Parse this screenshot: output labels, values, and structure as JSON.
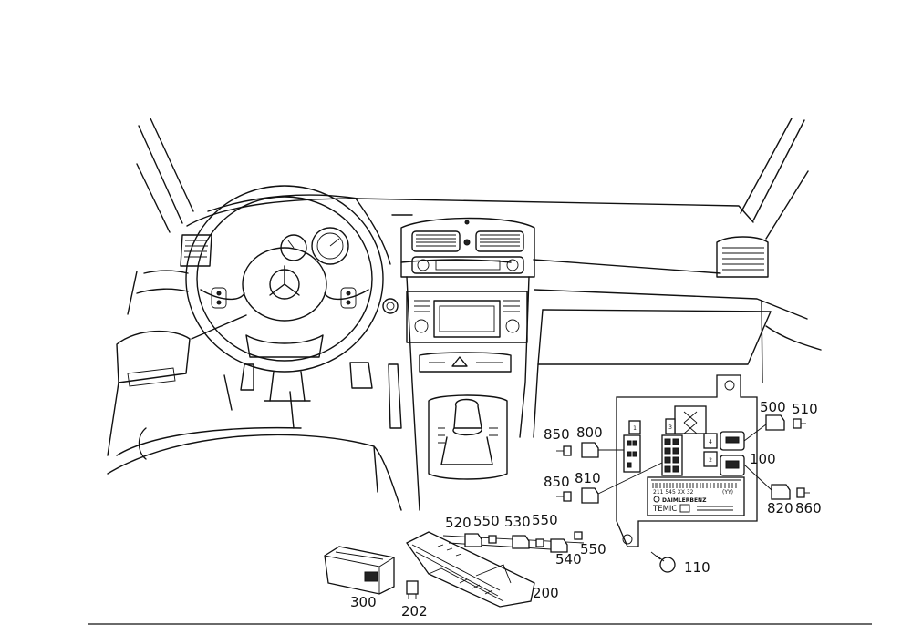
{
  "callouts": {
    "c500": "500",
    "c510": "510",
    "c850a": "850",
    "c800": "800",
    "c100": "100",
    "c850b": "850",
    "c810": "810",
    "c820": "820",
    "c860": "860",
    "c520": "520",
    "c550a": "550",
    "c530": "530",
    "c550b": "550",
    "c540": "540",
    "c550c": "550",
    "c110": "110",
    "c300": "300",
    "c202": "202",
    "c200": "200"
  },
  "module_label": {
    "part_number": "211 545 XX 32",
    "version": "(YY)",
    "brand": "DAIMLERBENZ",
    "supplier": "TEMIC",
    "connector_1": "1",
    "connector_2": "2",
    "connector_3": "3",
    "connector_4": "4"
  }
}
